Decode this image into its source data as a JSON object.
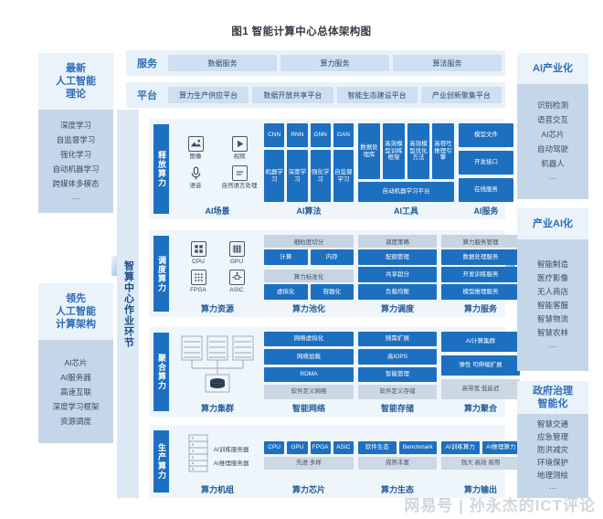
{
  "title": "图1 智能计算中心总体架构图",
  "watermark": "网易号 | 孙永杰的ICT评论",
  "center_band": {
    "label": "智算中心作业环节"
  },
  "left_panels": [
    {
      "title": "最新\n人工智能\n理论",
      "title_lines": [
        "最新",
        "人工智能",
        "理论"
      ],
      "items": [
        "深度学习",
        "自监督学习",
        "强化学习",
        "自动机器学习",
        "跨媒体多模态",
        "···"
      ]
    },
    {
      "title_lines": [
        "领先",
        "人工智能",
        "计算架构"
      ],
      "items": [
        "AI芯片",
        "AI服务器",
        "高速互联",
        "深度学习框架",
        "资源调度"
      ]
    }
  ],
  "right_panels": [
    {
      "title_lines": [
        "AI产业化"
      ],
      "items": [
        "识别检测",
        "语音交互",
        "AI芯片",
        "自动驾驶",
        "机器人",
        "···"
      ]
    },
    {
      "title_lines": [
        "产业AI化"
      ],
      "items": [
        "智能制造",
        "医疗影像",
        "无人商店",
        "智能客服",
        "智慧物流",
        "智慧农林",
        "···"
      ]
    },
    {
      "title_lines": [
        "政府治理",
        "智能化"
      ],
      "items": [
        "智慧交通",
        "应急管理",
        "防洪减灾",
        "环境保护",
        "地理测绘",
        "···"
      ]
    }
  ],
  "top_rows": [
    {
      "label": "服务",
      "cells": [
        "数据服务",
        "算力服务",
        "算法服务"
      ]
    },
    {
      "label": "平台",
      "cells": [
        "算力生产供应平台",
        "数据开放共享平台",
        "智能生态建设平台",
        "产业创新聚集平台"
      ]
    }
  ],
  "stages": [
    {
      "tab": "释放算力",
      "groups": [
        {
          "caption": "AI场景",
          "tiles": [
            {
              "icon": "image-icon",
              "label": "图像"
            },
            {
              "icon": "video-icon",
              "label": "视频"
            },
            {
              "icon": "microphone-icon",
              "label": "语音"
            },
            {
              "icon": "text-icon",
              "label": "自然语言处理"
            }
          ]
        },
        {
          "caption": "AI算法",
          "top_row": [
            "CNN",
            "RNN",
            "GNN",
            "GAN"
          ],
          "bottom_row": [
            "机器学习",
            "深度学习",
            "强化学习",
            "自监督学习"
          ]
        },
        {
          "caption": "AI工具",
          "top_row": [
            "数据处理库",
            "高效模型训练框架",
            "高效模型优化方法",
            "高吞吐推理引擎"
          ],
          "bottom_full": "自动机器学习平台"
        },
        {
          "caption": "AI服务",
          "stack": [
            "模型文件",
            "开发接口",
            "在线服务"
          ]
        }
      ]
    },
    {
      "tab": "调度算力",
      "groups": [
        {
          "caption": "算力资源",
          "tiles": [
            {
              "icon": "cpu-icon",
              "label": "CPU"
            },
            {
              "icon": "gpu-icon",
              "label": "GPU"
            },
            {
              "icon": "fpga-icon",
              "label": "FPGA"
            },
            {
              "icon": "asic-icon",
              "label": "ASIC"
            }
          ]
        },
        {
          "caption": "算力池化",
          "blocks": [
            {
              "header": "细粒度切分",
              "items": [
                "计算",
                "内存"
              ]
            },
            {
              "header": "算力标准化",
              "items": [
                "虚拟化",
                "容器化"
              ]
            }
          ]
        },
        {
          "caption": "算力调度",
          "blocks": [
            {
              "header": "调度策略",
              "items": [
                "配额管理",
                "共享超分",
                "负载均衡"
              ],
              "vertical": true
            }
          ]
        },
        {
          "caption": "算力服务",
          "blocks": [
            {
              "header": "算力服务管理",
              "items": [
                "数据处理服务",
                "开发训练服务",
                "模型推理服务"
              ],
              "vertical": true
            }
          ]
        }
      ]
    },
    {
      "tab": "聚合算力",
      "groups": [
        {
          "caption": "算力集群",
          "cluster_icon": "server-cluster-icon"
        },
        {
          "caption": "智能网络",
          "stack": [
            "网络虚拟化",
            "网络加载",
            "RDMA"
          ],
          "gray_last": "软件定义网络"
        },
        {
          "caption": "智能存储",
          "stack": [
            "随需扩展",
            "高IOPS",
            "智能管理"
          ],
          "gray_last": "软件定义存储"
        },
        {
          "caption": "算力聚合",
          "stack": [
            "AI计算集群",
            "弹性 可伸缩扩展"
          ],
          "gray_last": "高带宽 低延迟"
        }
      ]
    },
    {
      "tab": "生产算力",
      "groups": [
        {
          "caption": "算力机组",
          "rack_icon": "server-rack-icon",
          "labels": [
            "AI训练服务器",
            "AI推理服务器"
          ]
        },
        {
          "caption": "算力芯片",
          "top_row": [
            "CPU",
            "GPU",
            "FPGA",
            "ASIC"
          ],
          "gray_last": "先进 多样"
        },
        {
          "caption": "算力生态",
          "top_row": [
            "软件生态",
            "Benchmark"
          ],
          "gray_last": "成熟丰富"
        },
        {
          "caption": "算力输出",
          "top_row": [
            "AI训练算力",
            "AI推理算力"
          ],
          "gray_last": "强大 高效 易用"
        }
      ]
    }
  ],
  "colors": {
    "primary": "#1d6fc0",
    "panel": "#c5d6e8",
    "stage_bg": "#eef5fb",
    "accent_text": "#215a96"
  }
}
